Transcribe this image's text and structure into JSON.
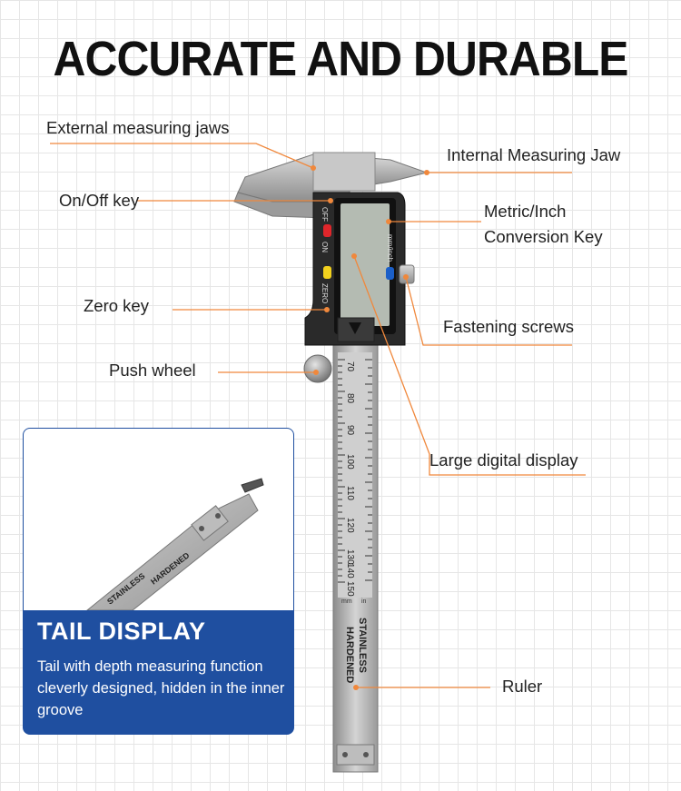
{
  "title": "ACCURATE AND DURABLE",
  "labels": {
    "external_jaws": "External measuring jaws",
    "internal_jaw": "Internal Measuring Jaw",
    "onoff_key": "On/Off key",
    "metric_inch_line1": "Metric/Inch",
    "metric_inch_line2": "Conversion Key",
    "zero_key": "Zero key",
    "fastening_screws": "Fastening screws",
    "push_wheel": "Push wheel",
    "large_display": "Large digital display",
    "ruler": "Ruler"
  },
  "device": {
    "off": "OFF",
    "on": "ON",
    "zero": "ZERO",
    "mm_inch": "mm/inch",
    "scale_numbers": [
      "70",
      "80",
      "90",
      "100",
      "110",
      "120",
      "130",
      "140",
      "150"
    ],
    "unit_mm": "mm",
    "unit_in": "in",
    "engraving_1": "STAINLESS",
    "engraving_2": "HARDENED"
  },
  "tail_card": {
    "heading": "TAIL DISPLAY",
    "body": "Tail with depth measuring function cleverly designed, hidden in the inner groove",
    "engraving_1": "STAINLESS",
    "engraving_2": "HARDENED"
  },
  "colors": {
    "accent_line": "#f0883c",
    "card_blue": "#1f4fa0",
    "button_red": "#e0262b",
    "button_yellow": "#f2d11d",
    "button_blue": "#1b5fc8"
  }
}
